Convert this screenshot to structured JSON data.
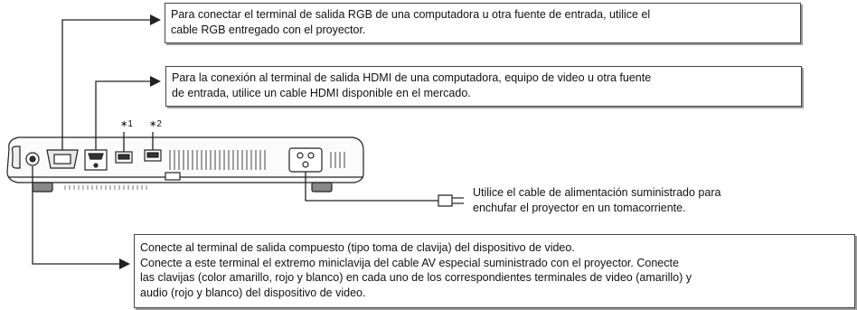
{
  "callouts": {
    "rgb": "Para conectar el terminal de salida RGB de una computadora u otra fuente de entrada, utilice el\ncable RGB entregado con el proyector.",
    "hdmi": "Para la conexión al terminal de salida HDMI de una computadora, equipo de video u otra fuente\nde entrada, utilice un cable HDMI disponible en el mercado.",
    "power": "Utilice el cable de alimentación suministrado para\nenchufar el proyector en un tomacorriente.",
    "av": "Conecte al terminal de salida compuesto (tipo toma de clavija) del dispositivo de video.\nConecte a este terminal el extremo miniclavija del cable AV especial suministrado con el proyector. Conecte\nlas clavijas (color amarillo, rojo y blanco) en cada uno de los correspondientes terminales de video (amarillo) y\naudio (rojo y blanco) del dispositivo de video."
  },
  "marks": {
    "usb1": "∗1",
    "usb2": "∗2"
  }
}
